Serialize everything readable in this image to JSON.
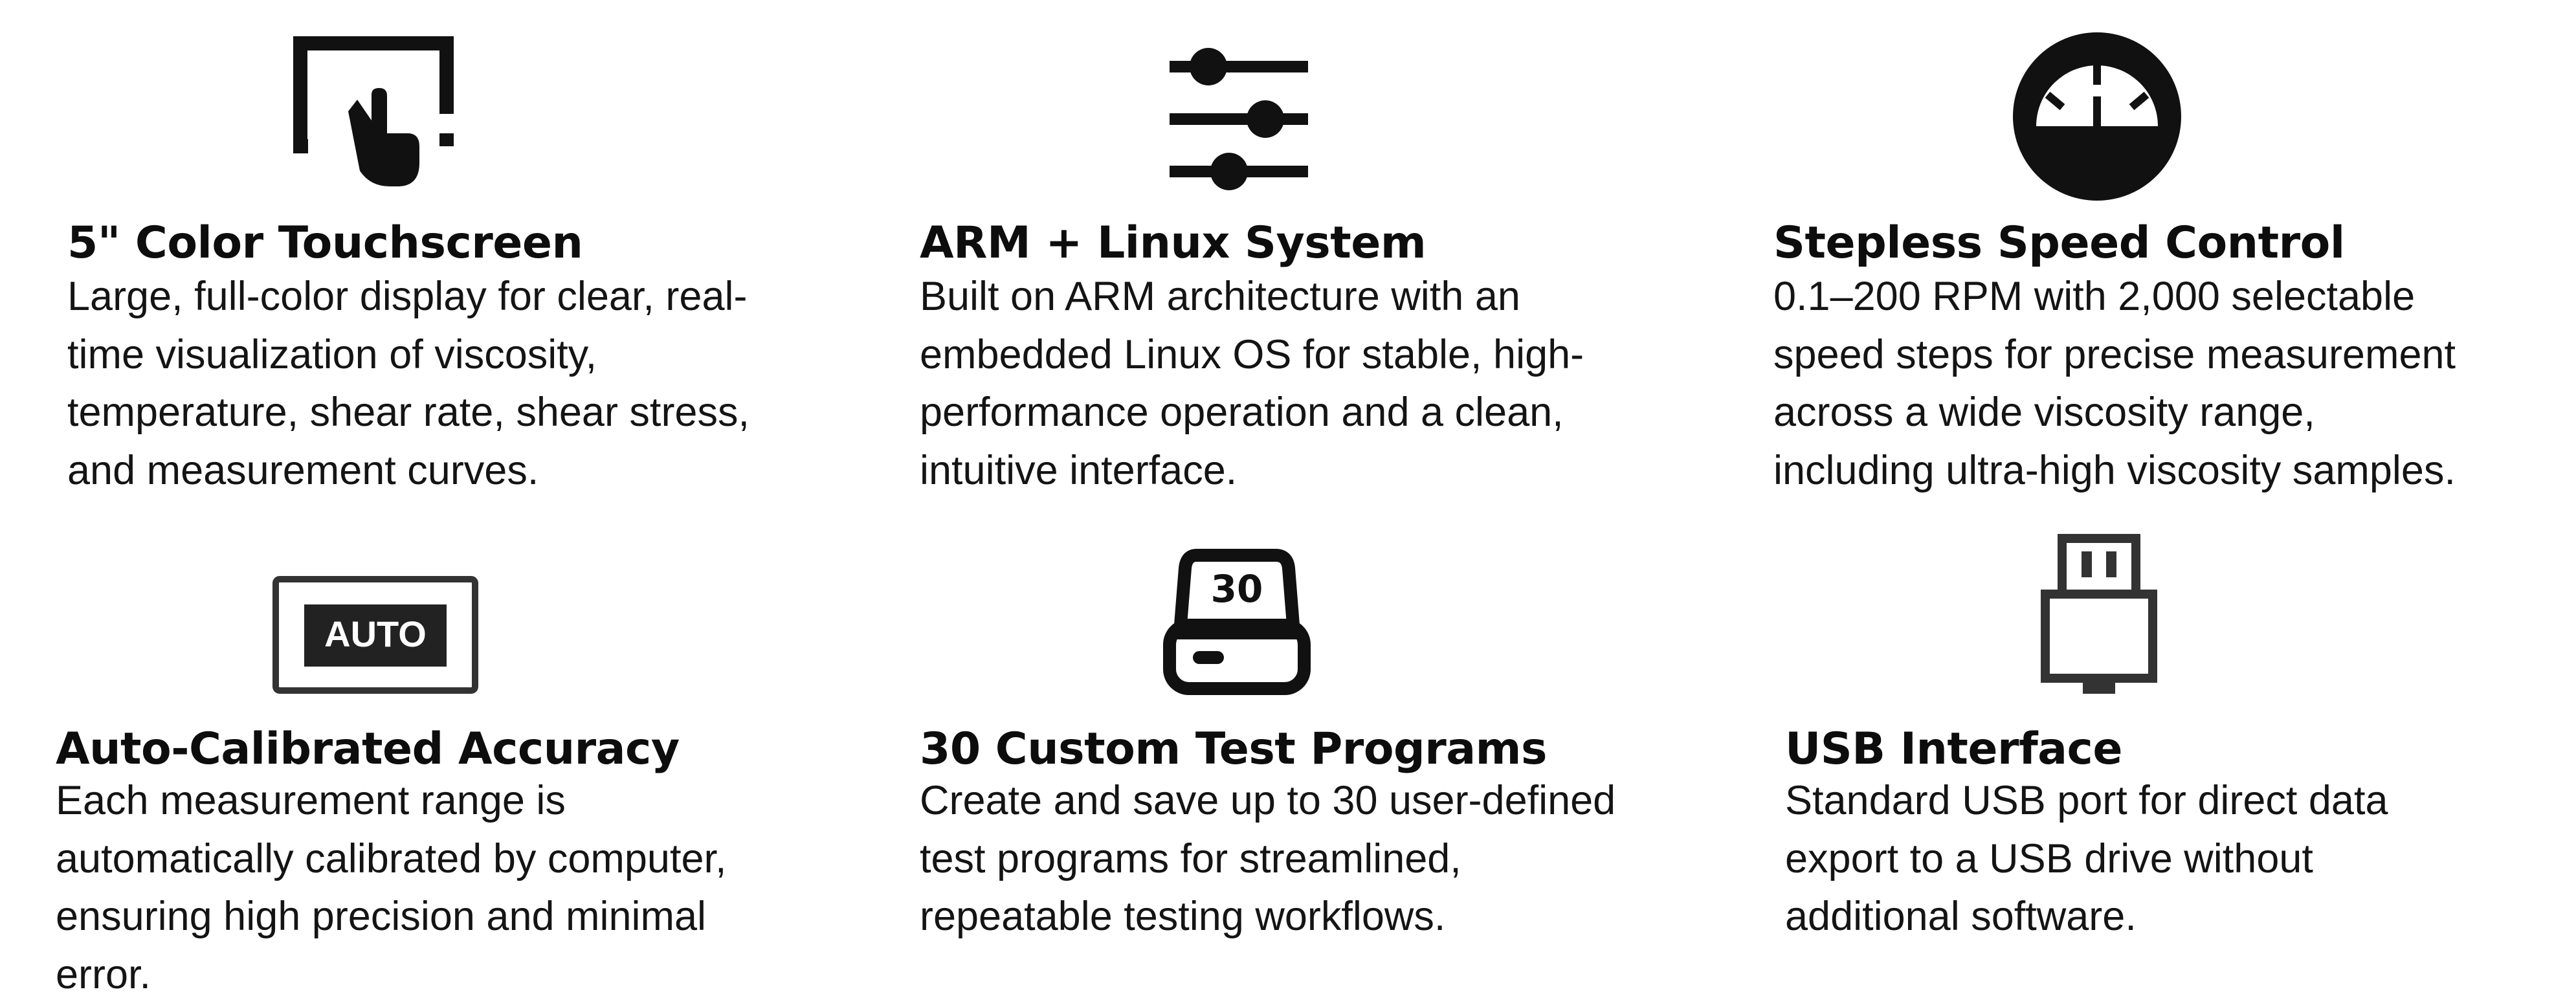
{
  "features": [
    {
      "icon": "touchscreen-tap-icon",
      "title": "5\" Color Touchscreen",
      "lines": [
        "Large, full-color display for clear, real-",
        "time visualization of viscosity,",
        "temperature, shear rate, shear stress,",
        "and measurement curves."
      ]
    },
    {
      "icon": "sliders-icon",
      "title": "ARM + Linux System",
      "lines": [
        "Built on ARM architecture with an",
        "embedded Linux OS for stable, high-",
        "performance operation and a clean,",
        "intuitive interface."
      ]
    },
    {
      "icon": "speedometer-icon",
      "title": "Stepless Speed Control",
      "lines": [
        "0.1–200 RPM with 2,000 selectable",
        "speed steps for precise measurement",
        "across a wide viscosity range,",
        "including ultra-high viscosity samples."
      ]
    },
    {
      "icon": "auto-calibration-icon",
      "icon_text": "AUTO",
      "title": "Auto-Calibrated Accuracy",
      "lines": [
        "Each measurement range is",
        "automatically calibrated by computer,",
        "ensuring high precision and minimal",
        "error."
      ]
    },
    {
      "icon": "storage-drive-icon",
      "icon_text": "30",
      "title": "30 Custom Test Programs",
      "lines": [
        "Create and save up to 30 user-defined",
        "test programs for streamlined,",
        "repeatable testing workflows."
      ]
    },
    {
      "icon": "usb-drive-icon",
      "title": "USB Interface",
      "lines": [
        "Standard USB port for direct data",
        "export to a USB drive without",
        "additional software."
      ]
    }
  ]
}
